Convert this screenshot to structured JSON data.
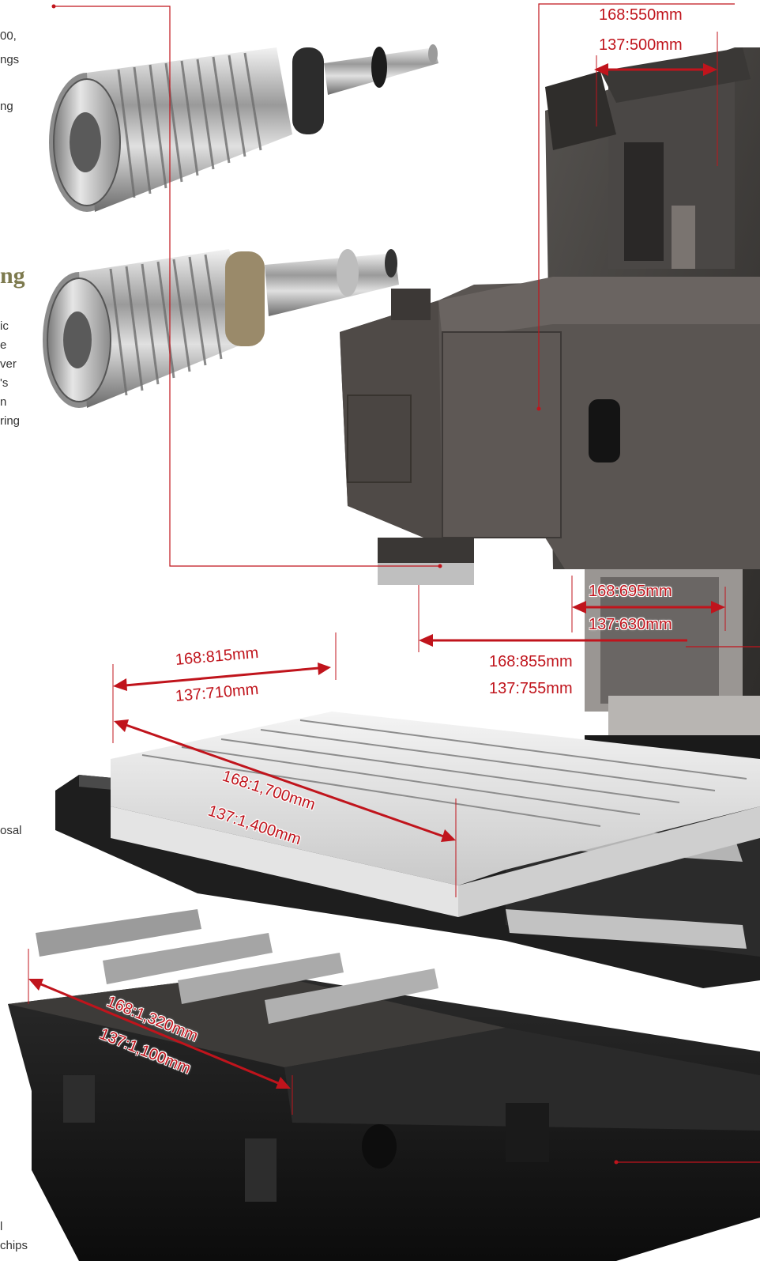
{
  "text_fragments": {
    "f1": "00,",
    "f2": "ngs",
    "f3": "ng",
    "heading": "ng",
    "f4": "ic",
    "f5": "e",
    "f6": "ver",
    "f7": "'s",
    "f8": "n",
    "f9": "ring",
    "f10": "osal",
    "f11": "l",
    "f12": "chips"
  },
  "dimensions": {
    "column_width_168": "168:550mm",
    "column_width_137": "137:500mm",
    "column_base_168": "168:695mm",
    "column_base_137": "137:630mm",
    "spindle_reach_168": "168:855mm",
    "spindle_reach_137": "137:755mm",
    "table_width_168": "168:815mm",
    "table_width_137": "137:710mm",
    "table_length_168": "168:1,700mm",
    "table_length_137": "137:1,400mm",
    "base_length_168": "168:1,320mm",
    "base_length_137": "137:1,100mm"
  },
  "colors": {
    "dimension_red": "#c0141c",
    "heading_olive": "#7d7a4e",
    "machine_dark": "#3f3d3b"
  }
}
